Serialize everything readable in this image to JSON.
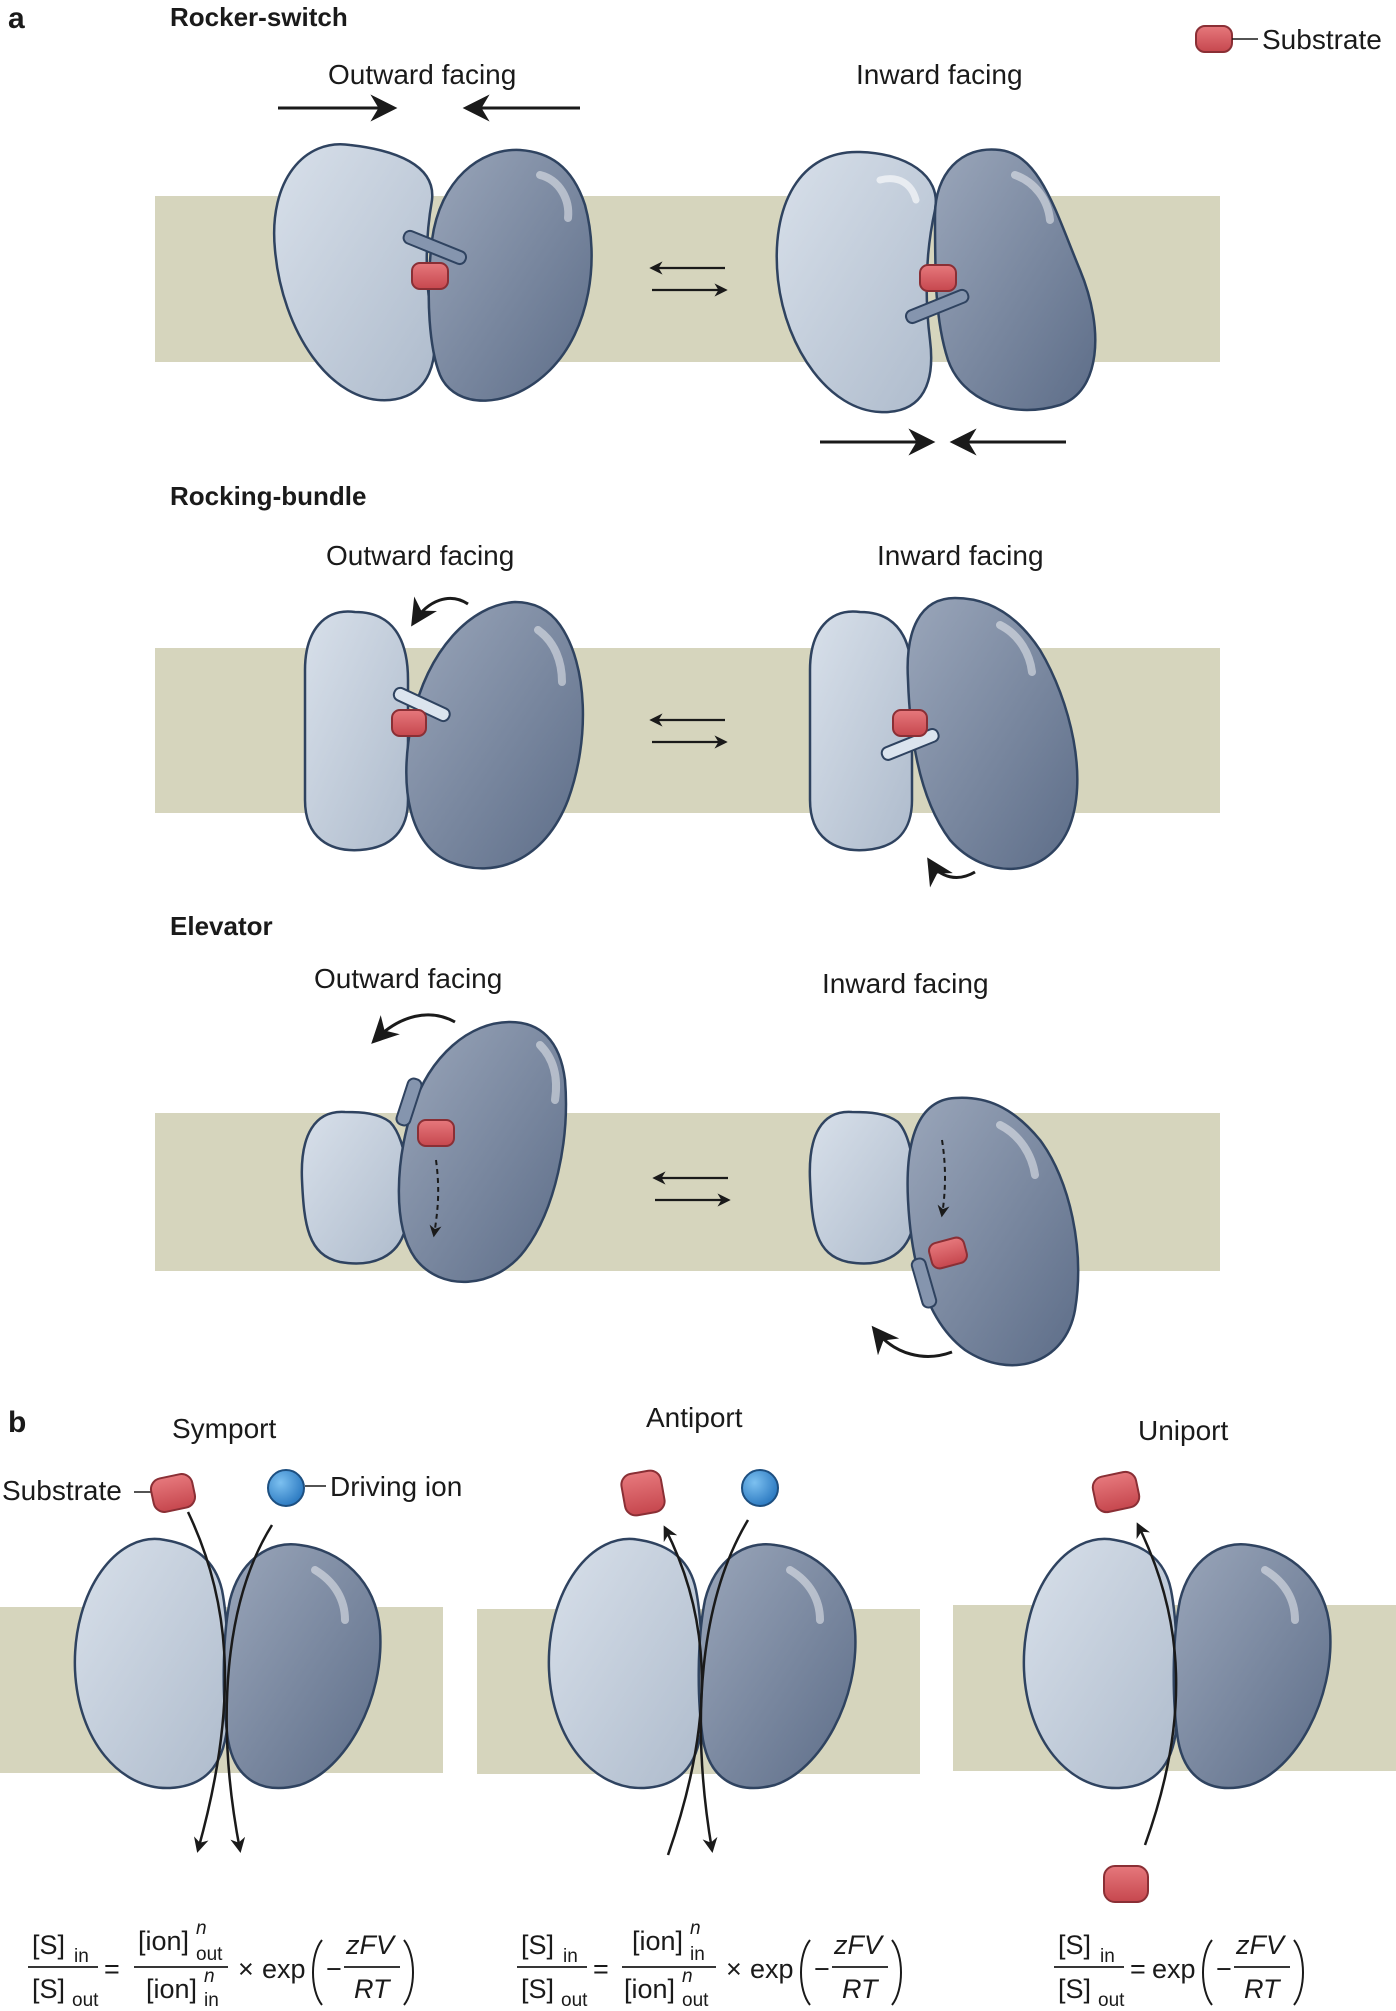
{
  "panel_a": {
    "letter": "a",
    "legend_substrate": "Substrate",
    "rocker_switch": {
      "title": "Rocker-switch",
      "outward": "Outward facing",
      "inward": "Inward facing"
    },
    "rocking_bundle": {
      "title": "Rocking-bundle",
      "outward": "Outward facing",
      "inward": "Inward facing"
    },
    "elevator": {
      "title": "Elevator",
      "outward": "Outward facing",
      "inward": "Inward facing"
    }
  },
  "panel_b": {
    "letter": "b",
    "symport": {
      "title": "Symport",
      "substrate_label": "Substrate",
      "ion_label": "Driving ion"
    },
    "antiport": {
      "title": "Antiport"
    },
    "uniport": {
      "title": "Uniport"
    },
    "equations": {
      "S": "[S]",
      "in": "in",
      "out": "out",
      "ion": "[ion]",
      "n": "n",
      "times": "×",
      "exp": "exp",
      "minus": "−",
      "zFV": "zFV",
      "RT": "RT",
      "eq": "="
    }
  },
  "colors": {
    "membrane": "#d6d5bd",
    "light_domain": "#c5d0df",
    "dark_domain": "#7d8ba4",
    "outline": "#2f4360",
    "substrate": "#d75a60",
    "driving_ion": "#3b8fd6"
  }
}
